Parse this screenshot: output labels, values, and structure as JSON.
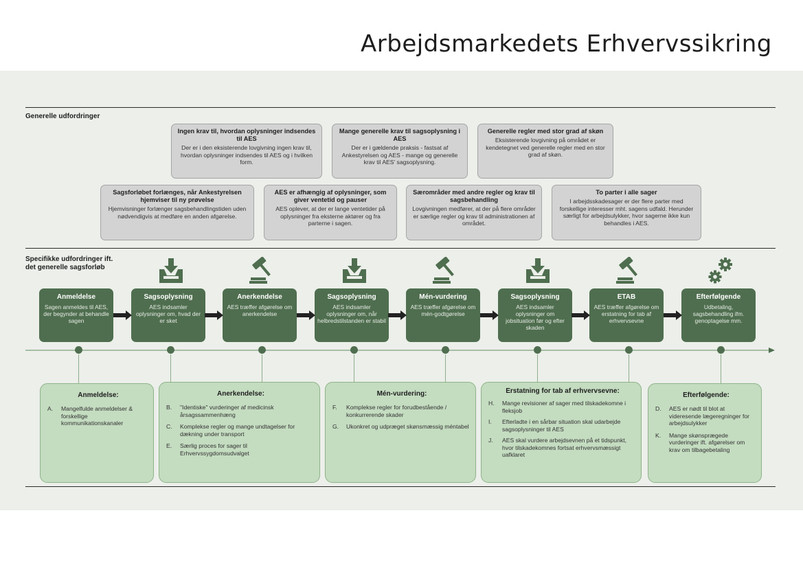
{
  "title": "Arbejdsmarkedets Erhvervssikring",
  "colors": {
    "panel": "#ecefea",
    "step_green": "#4f6e4f",
    "light_green": "#c4dcc0",
    "grey_box": "#d3d3d3"
  },
  "general": {
    "label": "Generelle udfordringer",
    "row1": [
      {
        "heading": "Ingen krav til, hvordan oplysninger indsendes til AES",
        "body": "Der er i den eksisterende lovgivning ingen krav til, hvordan oplysninger indsendes til AES og i hvilken form."
      },
      {
        "heading": "Mange generelle krav til sagsoplysning i AES",
        "body": "Der er i gældende praksis - fastsat af Ankestyrelsen og AES - mange og generelle krav til AES' sagsoplysning."
      },
      {
        "heading": "Generelle regler med stor grad af skøn",
        "body": "Eksisterende lovgivning på området er kendetegnet ved generelle regler med en stor grad af skøn."
      }
    ],
    "row2": [
      {
        "heading": "Sagsforløbet forlænges, når Ankestyrelsen hjemviser til ny prøvelse",
        "body": "Hjemvisninger forlænger sagsbehandlingstiden uden nødvendigvis at medføre en anden afgørelse."
      },
      {
        "heading": "AES er afhængig af oplysninger, som giver ventetid og pauser",
        "body": "AES oplever, at der er lange ventetider på oplysninger fra eksterne aktører og fra parterne i sagen."
      },
      {
        "heading": "Særområder med andre regler og krav til sagsbehandling",
        "body": "Lovgivningen medfører, at der på flere områder er særlige regler og krav til administrationen af området."
      },
      {
        "heading": "To parter i alle sager",
        "body": "I arbejdsskadesager er der flere parter med forskellige interesser mht. sagens udfald. Herunder særligt for arbejdsulykker, hvor sagerne ikke kun behandles i AES."
      }
    ]
  },
  "specific": {
    "label_line1": "Specifikke udfordringer ift.",
    "label_line2": "det generelle sagsforløb",
    "steps": [
      {
        "heading": "Anmeldelse",
        "body": "Sagen anmeldes til AES, der begynder at behandle sagen",
        "icon": "none"
      },
      {
        "heading": "Sagsoplysning",
        "body": "AES indsamler oplysninger om, hvad der er sket",
        "icon": "inbox-download-icon"
      },
      {
        "heading": "Anerkendelse",
        "body": "AES træffer afgørelse om anerkendelse",
        "icon": "gavel-icon"
      },
      {
        "heading": "Sagsoplysning",
        "body": "AES indsamler oplysninger om, når helbredstilstanden er stabil",
        "icon": "inbox-download-icon"
      },
      {
        "heading": "Mén-vurdering",
        "body": "AES træffer afgørelse om mén-godtgørelse",
        "icon": "gavel-icon"
      },
      {
        "heading": "Sagsoplysning",
        "body": "AES indsamler oplysninger om jobsituation før og efter skaden",
        "icon": "inbox-download-icon"
      },
      {
        "heading": "ETAB",
        "body": "AES træffer afgørelse om erstatning for tab af erhvervsevne",
        "icon": "gavel-icon"
      },
      {
        "heading": "Efterfølgende",
        "body": "Udbetaling, sagsbehandling ifm. genoptagelse mm.",
        "icon": "gears-icon"
      }
    ],
    "boxes": [
      {
        "heading": "Anmeldelse:",
        "items": [
          {
            "key": "A.",
            "text": "Mangelfulde anmeldelser & forskellige kommunikationskanaler"
          }
        ]
      },
      {
        "heading": "Anerkendelse:",
        "items": [
          {
            "key": "B.",
            "text": "\"Identiske\" vurderinger af medicinsk årsagssammenhæng"
          },
          {
            "key": "C.",
            "text": "Komplekse regler og mange undtagelser for dækning under transport"
          },
          {
            "key": "E.",
            "text": "Særlig proces for sager til Erhvervssygdomsudvalget"
          }
        ]
      },
      {
        "heading": "Mén-vurdering:",
        "items": [
          {
            "key": "F.",
            "text": "Komplekse regler for forudbestående / konkurrerende skader"
          },
          {
            "key": "G.",
            "text": "Ukonkret og udpræget skønsmæssig méntabel"
          }
        ]
      },
      {
        "heading": "Erstatning for tab af erhvervsevne:",
        "items": [
          {
            "key": "H.",
            "text": "Mange revisioner af sager med tilskadekomne i fleksjob"
          },
          {
            "key": "I.",
            "text": "Efterladte i en sårbar situation skal udarbejde sagsoplysninger til AES"
          },
          {
            "key": "J.",
            "text": "AES skal vurdere arbejdsevnen på et tidspunkt, hvor tilskadekomnes fortsat erhvervsmæssigt uafklaret"
          }
        ]
      },
      {
        "heading": "Efterfølgende:",
        "items": [
          {
            "key": "D.",
            "text": "AES er nødt til blot at videresende lægeregninger for arbejdsulykker"
          },
          {
            "key": "K.",
            "text": "Mange skønsprægede vurderinger ift. afgørelser om krav om tilbagebetaling"
          }
        ]
      }
    ]
  }
}
